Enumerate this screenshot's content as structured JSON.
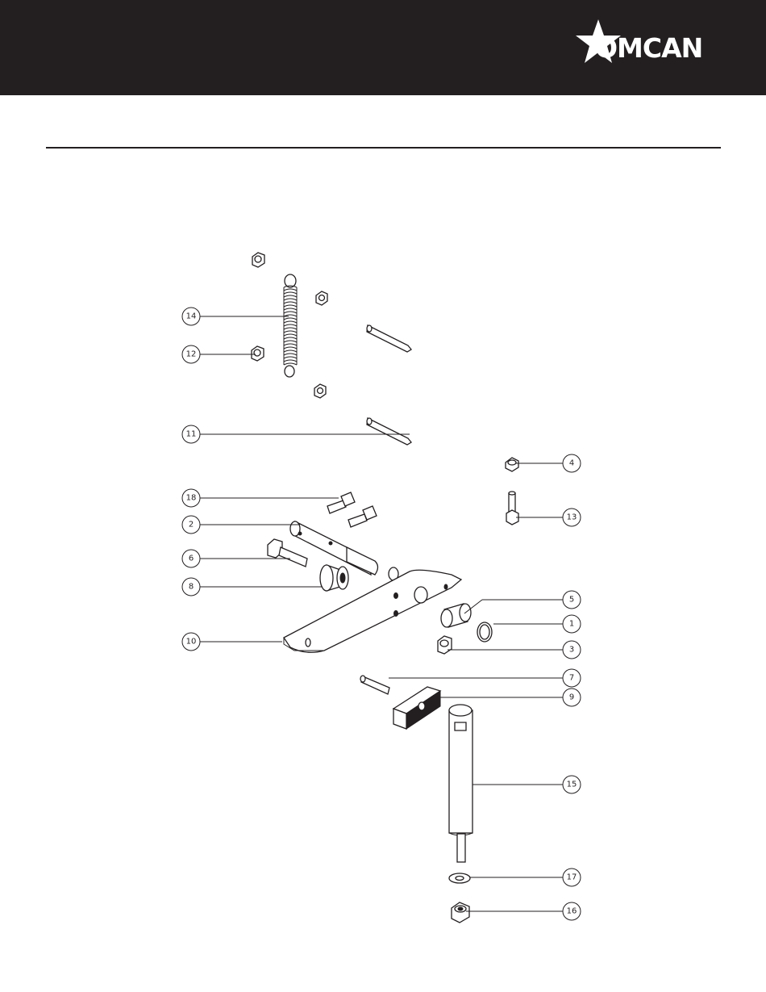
{
  "header": {
    "brand": "OMCAN",
    "background_color": "#231f20",
    "logo_color": "#ffffff"
  },
  "diagram": {
    "callouts": [
      {
        "id": "c14",
        "label": "14"
      },
      {
        "id": "c12",
        "label": "12"
      },
      {
        "id": "c11",
        "label": "11"
      },
      {
        "id": "c4",
        "label": "4"
      },
      {
        "id": "c18",
        "label": "18"
      },
      {
        "id": "c13",
        "label": "13"
      },
      {
        "id": "c2",
        "label": "2"
      },
      {
        "id": "c6",
        "label": "6"
      },
      {
        "id": "c8",
        "label": "8"
      },
      {
        "id": "c5",
        "label": "5"
      },
      {
        "id": "c1",
        "label": "1"
      },
      {
        "id": "c10",
        "label": "10"
      },
      {
        "id": "c3",
        "label": "3"
      },
      {
        "id": "c7",
        "label": "7"
      },
      {
        "id": "c9",
        "label": "9"
      },
      {
        "id": "c15",
        "label": "15"
      },
      {
        "id": "c17",
        "label": "17"
      },
      {
        "id": "c16",
        "label": "16"
      }
    ]
  }
}
